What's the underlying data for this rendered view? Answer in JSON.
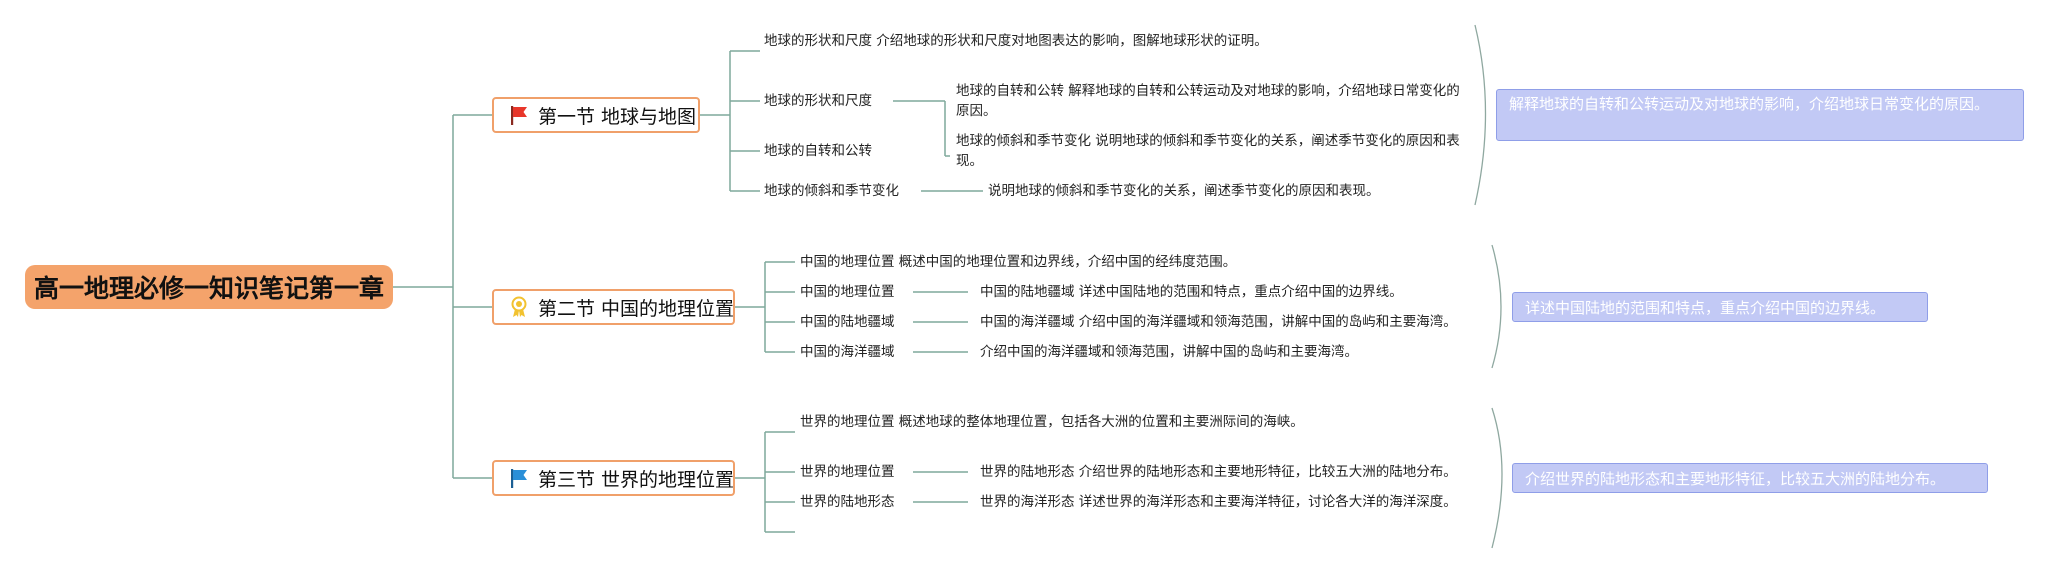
{
  "root": {
    "title": "高一地理必修一知识笔记第一章"
  },
  "sections": [
    {
      "title": "第一节 地球与地图",
      "icon": "red-flag-icon",
      "leaf_texts": [
        "地球的形状和尺度 介绍地球的形状和尺度对地图表达的影响，图解地球形状的证明。",
        "地球的形状和尺度",
        "地球的自转和公转",
        "地球的倾斜和季节变化"
      ],
      "detail_texts": [
        "地球的自转和公转 解释地球的自转和公转运动及对地球的影响，介绍地球日常变化的原因。",
        "地球的倾斜和季节变化 说明地球的倾斜和季节变化的关系，阐述季节变化的原因和表现。",
        "说明地球的倾斜和季节变化的关系，阐述季节变化的原因和表现。"
      ],
      "summary": "解释地球的自转和公转运动及对地球的影响，介绍地球日常变化的原因。"
    },
    {
      "title": "第二节 中国的地理位置",
      "icon": "yellow-medal-icon",
      "leaf_texts": [
        "中国的地理位置 概述中国的地理位置和边界线，介绍中国的经纬度范围。",
        "中国的地理位置",
        "中国的陆地疆域",
        "中国的海洋疆域"
      ],
      "detail_texts": [
        "中国的陆地疆域 详述中国陆地的范围和特点，重点介绍中国的边界线。",
        "中国的海洋疆域 介绍中国的海洋疆域和领海范围，讲解中国的岛屿和主要海湾。",
        "介绍中国的海洋疆域和领海范围，讲解中国的岛屿和主要海湾。"
      ],
      "summary": "详述中国陆地的范围和特点，重点介绍中国的边界线。"
    },
    {
      "title": "第三节 世界的地理位置",
      "icon": "blue-flag-icon",
      "leaf_texts": [
        "世界的地理位置 概述地球的整体地理位置，包括各大洲的位置和主要洲际间的海峡。",
        "世界的地理位置",
        "世界的陆地形态"
      ],
      "detail_texts": [
        "世界的陆地形态 介绍世界的陆地形态和主要地形特征，比较五大洲的陆地分布。",
        "世界的海洋形态 详述世界的海洋形态和主要海洋特征，讨论各大洋的海洋深度。"
      ],
      "summary": "介绍世界的陆地形态和主要地形特征，比较五大洲的陆地分布。"
    }
  ],
  "colors": {
    "root_fill": "#f4a36b",
    "section_border": "#f0a06a",
    "connector": "#7fa89b",
    "summary_fill": "#c2c9f5",
    "summary_border": "#8f9ee8",
    "red_flag": "#e8362a",
    "blue_flag": "#2a8fd8",
    "medal": "#f2c230"
  }
}
